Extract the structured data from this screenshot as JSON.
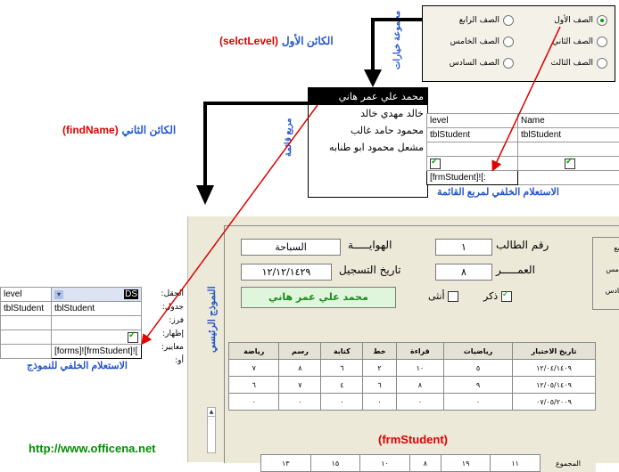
{
  "title_labels": {
    "options_group": "مجموعة خيارات",
    "obj1_caption": "الكائن الأول",
    "obj1_name": "(selctLevel)",
    "obj2_caption": "الكائن الثاني",
    "obj2_name": "(findName)",
    "listbox_label": "مربع قائمة",
    "main_form_label": "النموذج الرئيسي",
    "form_name": "(frmStudent)",
    "query_list_caption": "الاستعلام الخلفي لمربع القائمة",
    "query_form_caption": "الاستعلام الخلفي للنموذج",
    "website": "http://www.officena.net"
  },
  "radio_group": {
    "items": [
      {
        "label": "الصف الأول",
        "selected": true
      },
      {
        "label": "الصف الرابع",
        "selected": false
      },
      {
        "label": "الصف الثاني",
        "selected": false
      },
      {
        "label": "الصف الخامس",
        "selected": false
      },
      {
        "label": "الصف الثالث",
        "selected": false
      },
      {
        "label": "الصف السادس",
        "selected": false
      }
    ]
  },
  "listbox": {
    "items": [
      "محمد علي عمر هاني",
      "خالد مهدي خالد",
      "محمود حامد غالب",
      "مشعل محمود ابو طنابه"
    ],
    "selected_index": 0
  },
  "query_list": {
    "col1_field": "Name",
    "col1_table": "tblStudent",
    "col2_field": "level",
    "col2_table": "tblStudent",
    "criteria": "[frmStudent]![:"
  },
  "query_form": {
    "labels": [
      "الحقل:",
      "جدول:",
      "فرز:",
      "إظهار:",
      "معايير:",
      "أو:"
    ],
    "field": "level",
    "table": "tblStudent",
    "ds": "DS",
    "criteria": "[forms]![frmStudent]![",
    "partial_table": "tblStudent"
  },
  "form": {
    "student_no_label": "رقم الطالب",
    "student_no": "١",
    "age_label": "العمـــــر",
    "age": "٨",
    "hobby_label": "الهوايـــــة",
    "hobby": "السباحة",
    "reg_date_label": "تاريخ التسجيل",
    "reg_date": "١٢/١٢/١٤٢٩",
    "male_label": "ذكر",
    "female_label": "أنثى",
    "name_value": "محمد علي عمر هاني",
    "side_items": [
      "ف الرابع",
      "ف الخامس",
      "ف السادس"
    ],
    "grade_headers": [
      "تاريخ الاختبار",
      "رياضيات",
      "قراءة",
      "خط",
      "كتابة",
      "رسم",
      "رياضة"
    ],
    "grade_rows": [
      [
        "١٢/٠٤/١٤٠٩",
        "٥",
        "١٠",
        "٢",
        "٦",
        "٨",
        "٧"
      ],
      [
        "١٢/٠٥/١٤٠٩",
        "٩",
        "٨",
        "٦",
        "٤",
        "٧",
        "٦"
      ],
      [
        "٠٧/٠٥/٢٠٠٩",
        "٠",
        "٠",
        "٠",
        "٠",
        "٠",
        "٠"
      ]
    ],
    "totals_label": "المجموع",
    "totals_row": [
      "١١",
      "١٩",
      "٨",
      "١٠",
      "١٥",
      "١٣"
    ]
  },
  "colors": {
    "red": "#e00000",
    "blue": "#2255cc",
    "green": "#009000"
  }
}
